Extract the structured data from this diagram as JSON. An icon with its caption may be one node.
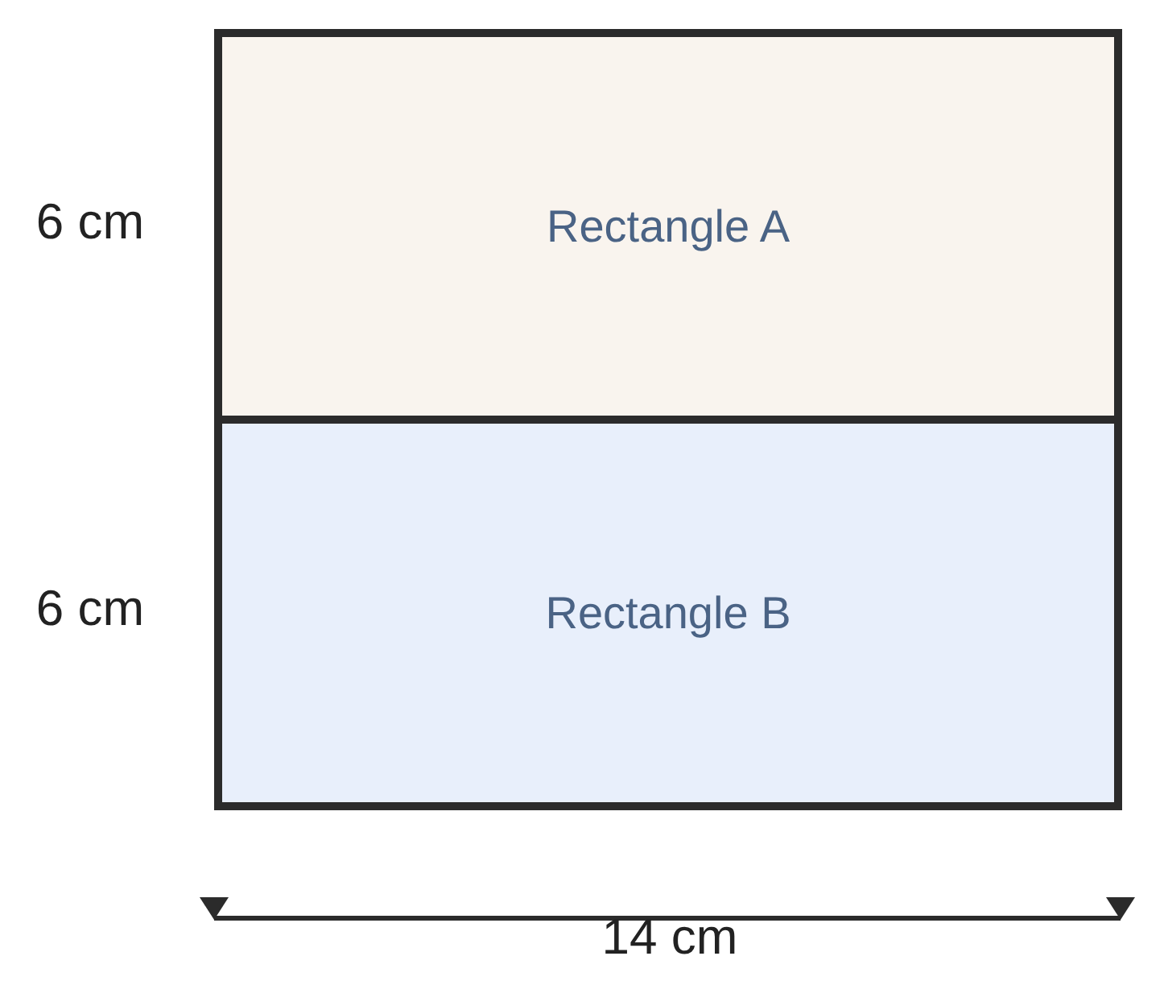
{
  "diagram": {
    "nodes": [
      {
        "text": [
          "Rectangle A"
        ]
      },
      {
        "text": [
          "Rectangle B"
        ]
      }
    ],
    "labels": [
      "6 cm",
      "6 cm",
      "14 cm"
    ]
  }
}
